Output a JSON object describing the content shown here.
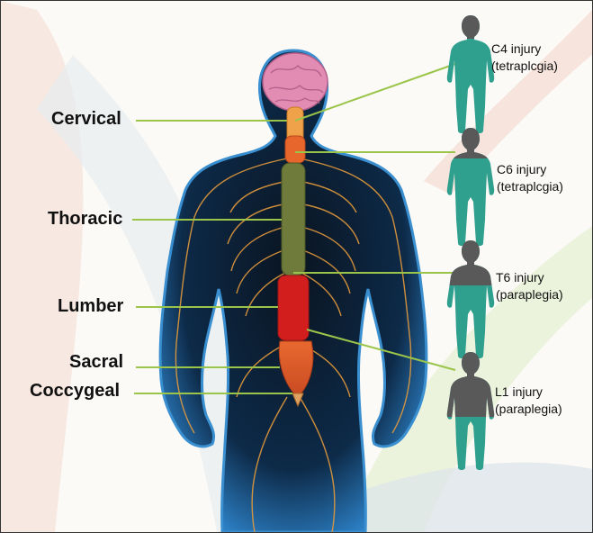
{
  "regions": [
    {
      "name": "Cervical"
    },
    {
      "name": "Thoracic"
    },
    {
      "name": "Lumber"
    },
    {
      "name": "Sacral"
    },
    {
      "name": "Coccygeal"
    }
  ],
  "injuries": [
    {
      "line1": "C4 injury",
      "line2": "(tetraplcgia)",
      "affected": "arms-down"
    },
    {
      "line1": "C6 injury",
      "line2": "(tetraplcgia)",
      "affected": "chest-down"
    },
    {
      "line1": "T6 injury",
      "line2": "(paraplegia)",
      "affected": "waist-down"
    },
    {
      "line1": "L1 injury",
      "line2": "(paraplegia)",
      "affected": "legs"
    }
  ],
  "colors": {
    "body_outline": "#3a8fd0",
    "body_fill": "#0b1e33",
    "brain": "#e28bb3",
    "cervical": "#f0a24a",
    "thoracic": "#6f7b3a",
    "lumbar": "#d31e1e",
    "sacral": "#e05a2b",
    "nerves": "#e39a3c",
    "leader_line": "#9bc54a",
    "silhouette_affected": "#2f9f8e",
    "silhouette_unaffected": "#595959"
  }
}
